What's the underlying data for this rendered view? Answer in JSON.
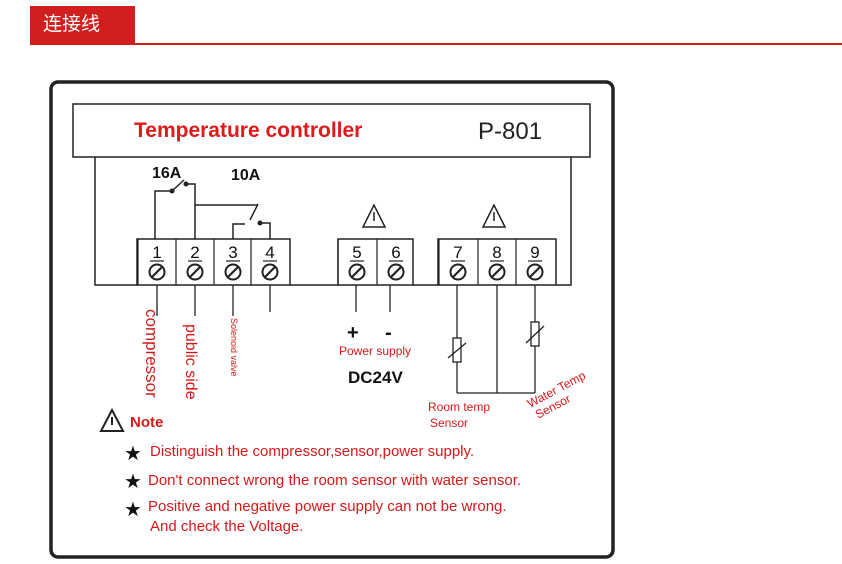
{
  "header": {
    "title": "连接线"
  },
  "device": {
    "title": "Temperature controller",
    "model": "P-801"
  },
  "relays": {
    "label_16a": "16A",
    "label_10a": "10A"
  },
  "terminals": [
    "1",
    "2",
    "3",
    "4",
    "5",
    "6",
    "7",
    "8",
    "9"
  ],
  "wire_labels": {
    "compressor": "compressor",
    "public_side": "public side",
    "solenoid_valve": "Solenoid valve",
    "plus": "+",
    "minus": "-",
    "power_supply": "Power supply",
    "dc24v": "DC24V",
    "room_temp_line1": "Room temp",
    "room_temp_line2": "Sensor",
    "water_temp_line1": "Water Temp",
    "water_temp_line2": "Sensor"
  },
  "notes": {
    "heading": "Note",
    "items": [
      "Distinguish the compressor,sensor,power supply.",
      "Don't connect wrong the room sensor with water sensor.",
      "Positive and negative power supply can not be wrong."
    ],
    "item3_line2": "And check the Voltage."
  },
  "colors": {
    "accent_red": "#d11f1f",
    "text_red": "#d41a1a",
    "outline": "#222222"
  },
  "icons": {
    "warning": "warning-triangle-icon",
    "star": "star-icon"
  }
}
